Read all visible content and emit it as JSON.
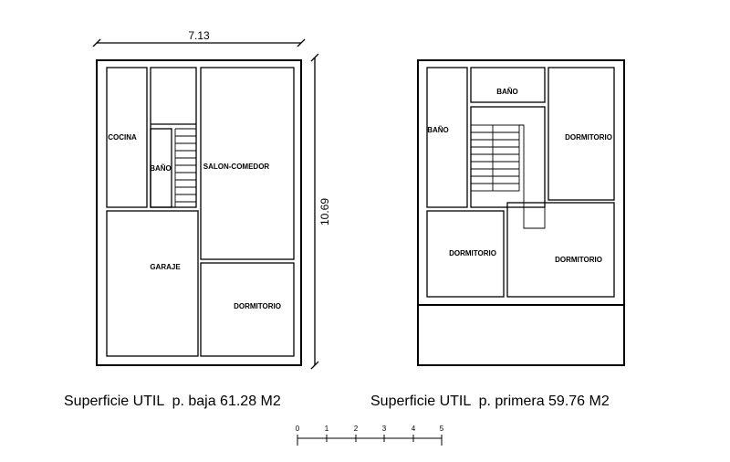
{
  "ground_floor": {
    "width_dim": "7.13",
    "height_dim": "10.69",
    "rooms": {
      "cocina": "COCINA",
      "bano": "BAÑO",
      "salon": "SALON-COMEDOR",
      "garaje": "GARAJE",
      "dormitorio": "DORMITORIO"
    },
    "caption": "Superficie UTIL  p. baja 61.28 M2"
  },
  "first_floor": {
    "rooms": {
      "bano_left": "BAÑO",
      "bano_top": "BAÑO",
      "dormitorio_tr": "DORMITORIO",
      "dormitorio_bl": "DORMITORIO",
      "dormitorio_br": "DORMITORIO"
    },
    "caption": "Superficie UTIL  p. primera 59.76 M2"
  },
  "scale_bar": {
    "ticks": [
      "0",
      "1",
      "2",
      "3",
      "4",
      "5"
    ]
  }
}
